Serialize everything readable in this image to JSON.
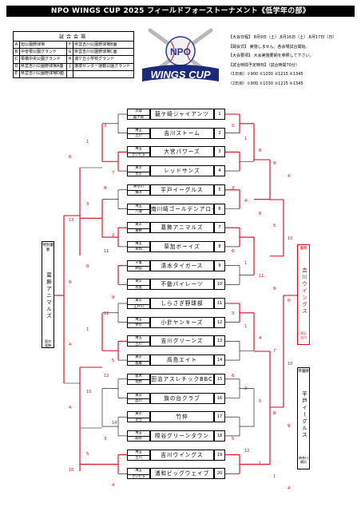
{
  "title": "NPO WINGS CUP 2025 フィールドフォーストーナメント《低学年の部》",
  "venue_table": {
    "header": "試合会場",
    "rows": [
      {
        "l": "A",
        "name": "旭公園野球場",
        "r": "F",
        "name2": "県営吉川公園野球場B面"
      },
      {
        "l": "B",
        "name": "中曽根公園グランド",
        "r": "G",
        "name2": "県営吉川公園野球場C面"
      },
      {
        "l": "C",
        "name": "栗橋中央公園グランド",
        "r": "H",
        "name2": "城ケ丘小学校グランド"
      },
      {
        "l": "D",
        "name": "県営吉川公園野球場A面",
        "r": "J",
        "name2": "環境センター運動公園グランド"
      },
      {
        "l": "E",
        "name": "県営吉川公園野球場D面",
        "r": "",
        "name2": ""
      }
    ]
  },
  "logo": {
    "top": "NPO",
    "main": "WINGS CUP"
  },
  "info": [
    "【大会日程】 8月9日（土）,8月16日（土）,8月17日（日）",
    "【開会式】 実施しません。各会場試合開始。",
    "【大会要項】 大会実施要綱を参照して下さい。",
    "【試合時間予定時刻】（試合時間70分）",
    "（1日目）①900 ②1030 ③1215 ④1345",
    "（2日目）①900 ②1030 ③1215 ④1345"
  ],
  "teams": [
    {
      "num": "1",
      "name": "龍ケ崎ジャイアンツ",
      "pref": "茨城",
      "city": "龍ケ崎"
    },
    {
      "num": "2",
      "name": "吉川ストーム",
      "pref": "埼玉",
      "city": "吉川"
    },
    {
      "num": "3",
      "name": "大宮パワーズ",
      "pref": "埼玉",
      "city": "さいたま"
    },
    {
      "num": "4",
      "name": "レッドサンズ",
      "pref": "東京",
      "city": "文京"
    },
    {
      "num": "5",
      "name": "平戸イーグルス",
      "pref": "神奈川",
      "city": "横浜"
    },
    {
      "num": "6",
      "name": "南川崎ゴールデンアロー",
      "pref": "埼玉",
      "city": "八潮"
    },
    {
      "num": "7",
      "name": "葛飾アニマルズ",
      "pref": "東京",
      "city": "葛飾"
    },
    {
      "num": "8",
      "name": "草加ボーイズ",
      "pref": "埼玉",
      "city": "草加"
    },
    {
      "num": "9",
      "name": "清水タイガース",
      "pref": "千葉",
      "city": "野田"
    },
    {
      "num": "10",
      "name": "不動パイレーツ",
      "pref": "東京",
      "city": "目黒"
    },
    {
      "num": "11",
      "name": "しらさぎ野球部",
      "pref": "東京",
      "city": "江戸川"
    },
    {
      "num": "12",
      "name": "小針ヤンキーズ",
      "pref": "埼玉",
      "city": "伊奈"
    },
    {
      "num": "13",
      "name": "吉川グリーンズ",
      "pref": "埼玉",
      "city": "吉川"
    },
    {
      "num": "14",
      "name": "高島エイト",
      "pref": "東京",
      "city": "板橋"
    },
    {
      "num": "15",
      "name": "田治アスレチックBBC",
      "pref": "栃木",
      "city": "佐野"
    },
    {
      "num": "16",
      "name": "旗の台クラブ",
      "pref": "東京",
      "city": "品川"
    },
    {
      "num": "17",
      "name": "竹仲",
      "pref": "東京",
      "city": "足立"
    },
    {
      "num": "18",
      "name": "際谷グリーンタウン",
      "pref": "埼玉",
      "city": "越谷"
    },
    {
      "num": "19",
      "name": "吉川ウイングス",
      "pref": "埼玉",
      "city": "吉川"
    },
    {
      "num": "20",
      "name": "浦和ビッグウェイブ",
      "pref": "埼玉",
      "city": "さいたま"
    }
  ],
  "left_box": {
    "tag": "特別優勝",
    "name": "葛飾アニマルズ",
    "pref": "東京",
    "city": "葛飾"
  },
  "champion_box": {
    "tag": "優勝",
    "name": "吉川ウイングス",
    "pref": "埼玉",
    "city": "吉川"
  },
  "runnerup_box": {
    "tag": "準優勝",
    "name": "平戸イーグルス",
    "pref": "神奈川",
    "city": "横浜"
  },
  "scores_left": [
    "3",
    "1",
    "6",
    "7",
    "8",
    "3",
    "13",
    "2",
    "11",
    "0",
    "9",
    "9",
    "11",
    "1",
    "4",
    "5",
    "12",
    "10",
    "4",
    "14",
    "3",
    "5",
    "10",
    "4"
  ],
  "scores_right": [
    "5",
    "1",
    "8",
    "9",
    "4",
    "3",
    "4",
    "6",
    "5",
    "10",
    "6",
    "1",
    "11",
    "9",
    "0",
    "3",
    "1",
    "4",
    "7",
    "10",
    "6",
    "2",
    "5",
    "8",
    "9",
    "5",
    "12",
    "1",
    "1",
    "4"
  ],
  "colors": {
    "accent": "#e0001b",
    "line": "#000000"
  }
}
